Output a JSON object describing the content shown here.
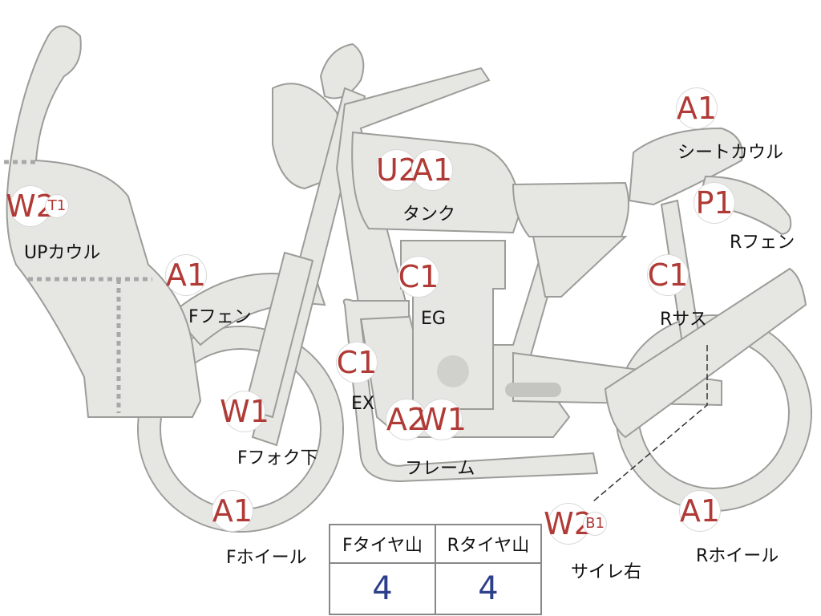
{
  "parts": [
    {
      "id": "up-cowl",
      "grades": [
        {
          "code": "W2",
          "size": "large"
        },
        {
          "code": "T1",
          "size": "small"
        }
      ],
      "label": "UPカウル"
    },
    {
      "id": "f-fender",
      "grades": [
        {
          "code": "A1",
          "size": "large"
        }
      ],
      "label": "Fフェン"
    },
    {
      "id": "f-fork-lower",
      "grades": [
        {
          "code": "W1",
          "size": "large"
        }
      ],
      "label": "Fフォク下"
    },
    {
      "id": "f-wheel",
      "grades": [
        {
          "code": "A1",
          "size": "large"
        }
      ],
      "label": "Fホイール"
    },
    {
      "id": "tank",
      "grades": [
        {
          "code": "U2",
          "size": "large"
        },
        {
          "code": "A1",
          "size": "large"
        }
      ],
      "label": "タンク"
    },
    {
      "id": "engine",
      "grades": [
        {
          "code": "C1",
          "size": "large"
        }
      ],
      "label": "EG"
    },
    {
      "id": "exhaust",
      "grades": [
        {
          "code": "C1",
          "size": "large"
        }
      ],
      "label": "EX"
    },
    {
      "id": "frame",
      "grades": [
        {
          "code": "A2",
          "size": "large"
        },
        {
          "code": "W1",
          "size": "large"
        }
      ],
      "label": "フレーム"
    },
    {
      "id": "seat-cowl",
      "grades": [
        {
          "code": "A1",
          "size": "large"
        }
      ],
      "label": "シートカウル"
    },
    {
      "id": "r-fender",
      "grades": [
        {
          "code": "P1",
          "size": "large"
        }
      ],
      "label": "Rフェン"
    },
    {
      "id": "r-suspension",
      "grades": [
        {
          "code": "C1",
          "size": "large"
        }
      ],
      "label": "Rサス"
    },
    {
      "id": "muffler-right",
      "grades": [
        {
          "code": "W2",
          "size": "large"
        },
        {
          "code": "B1",
          "size": "small"
        }
      ],
      "label": "サイレ右"
    },
    {
      "id": "r-wheel",
      "grades": [
        {
          "code": "A1",
          "size": "large"
        }
      ],
      "label": "Rホイール"
    }
  ],
  "tire_table": {
    "headers": [
      "Fタイヤ山",
      "Rタイヤ山"
    ],
    "values": [
      "4",
      "4"
    ]
  },
  "colors": {
    "grade_text": "#b03a36",
    "tire_value_text": "#2b3f8a",
    "part_fill": "#e6e6e3",
    "part_outline": "#9c9c99"
  }
}
